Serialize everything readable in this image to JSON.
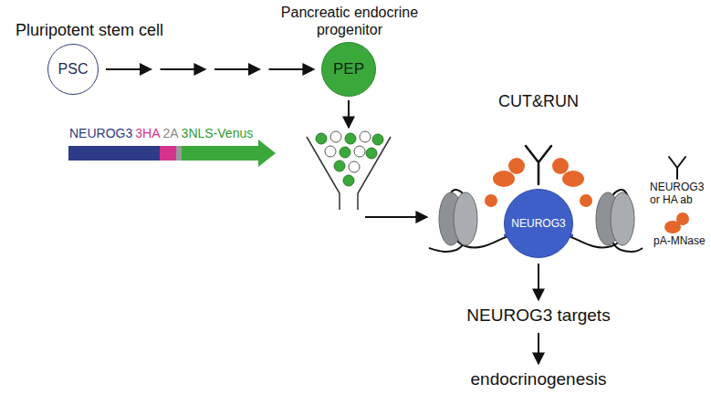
{
  "diagram": {
    "nodes": [
      {
        "text": [
          "Pluripotent stem cell",
          "PSC"
        ]
      },
      {
        "text": [
          "Pancreatic endocrine progenitor",
          "PEP"
        ]
      },
      {
        "text": [
          "NEUROG3"
        ]
      },
      {
        "text": [
          "NEUROG3 targets"
        ]
      },
      {
        "text": [
          "endocrinogenesis"
        ]
      }
    ],
    "edges": [
      {
        "from": 0,
        "to": 1,
        "arrow": "to"
      },
      {
        "from": 2,
        "to": 3,
        "arrow": "to"
      },
      {
        "from": 3,
        "to": 4,
        "arrow": "to"
      }
    ],
    "labels": [
      "NEUROG3",
      "3HA",
      "2A",
      "3NLS-Venus",
      "CUT&RUN"
    ],
    "legend": [
      {
        "text": "NEUROG3 or HA ab"
      },
      {
        "text": "pA-MNase"
      }
    ]
  }
}
